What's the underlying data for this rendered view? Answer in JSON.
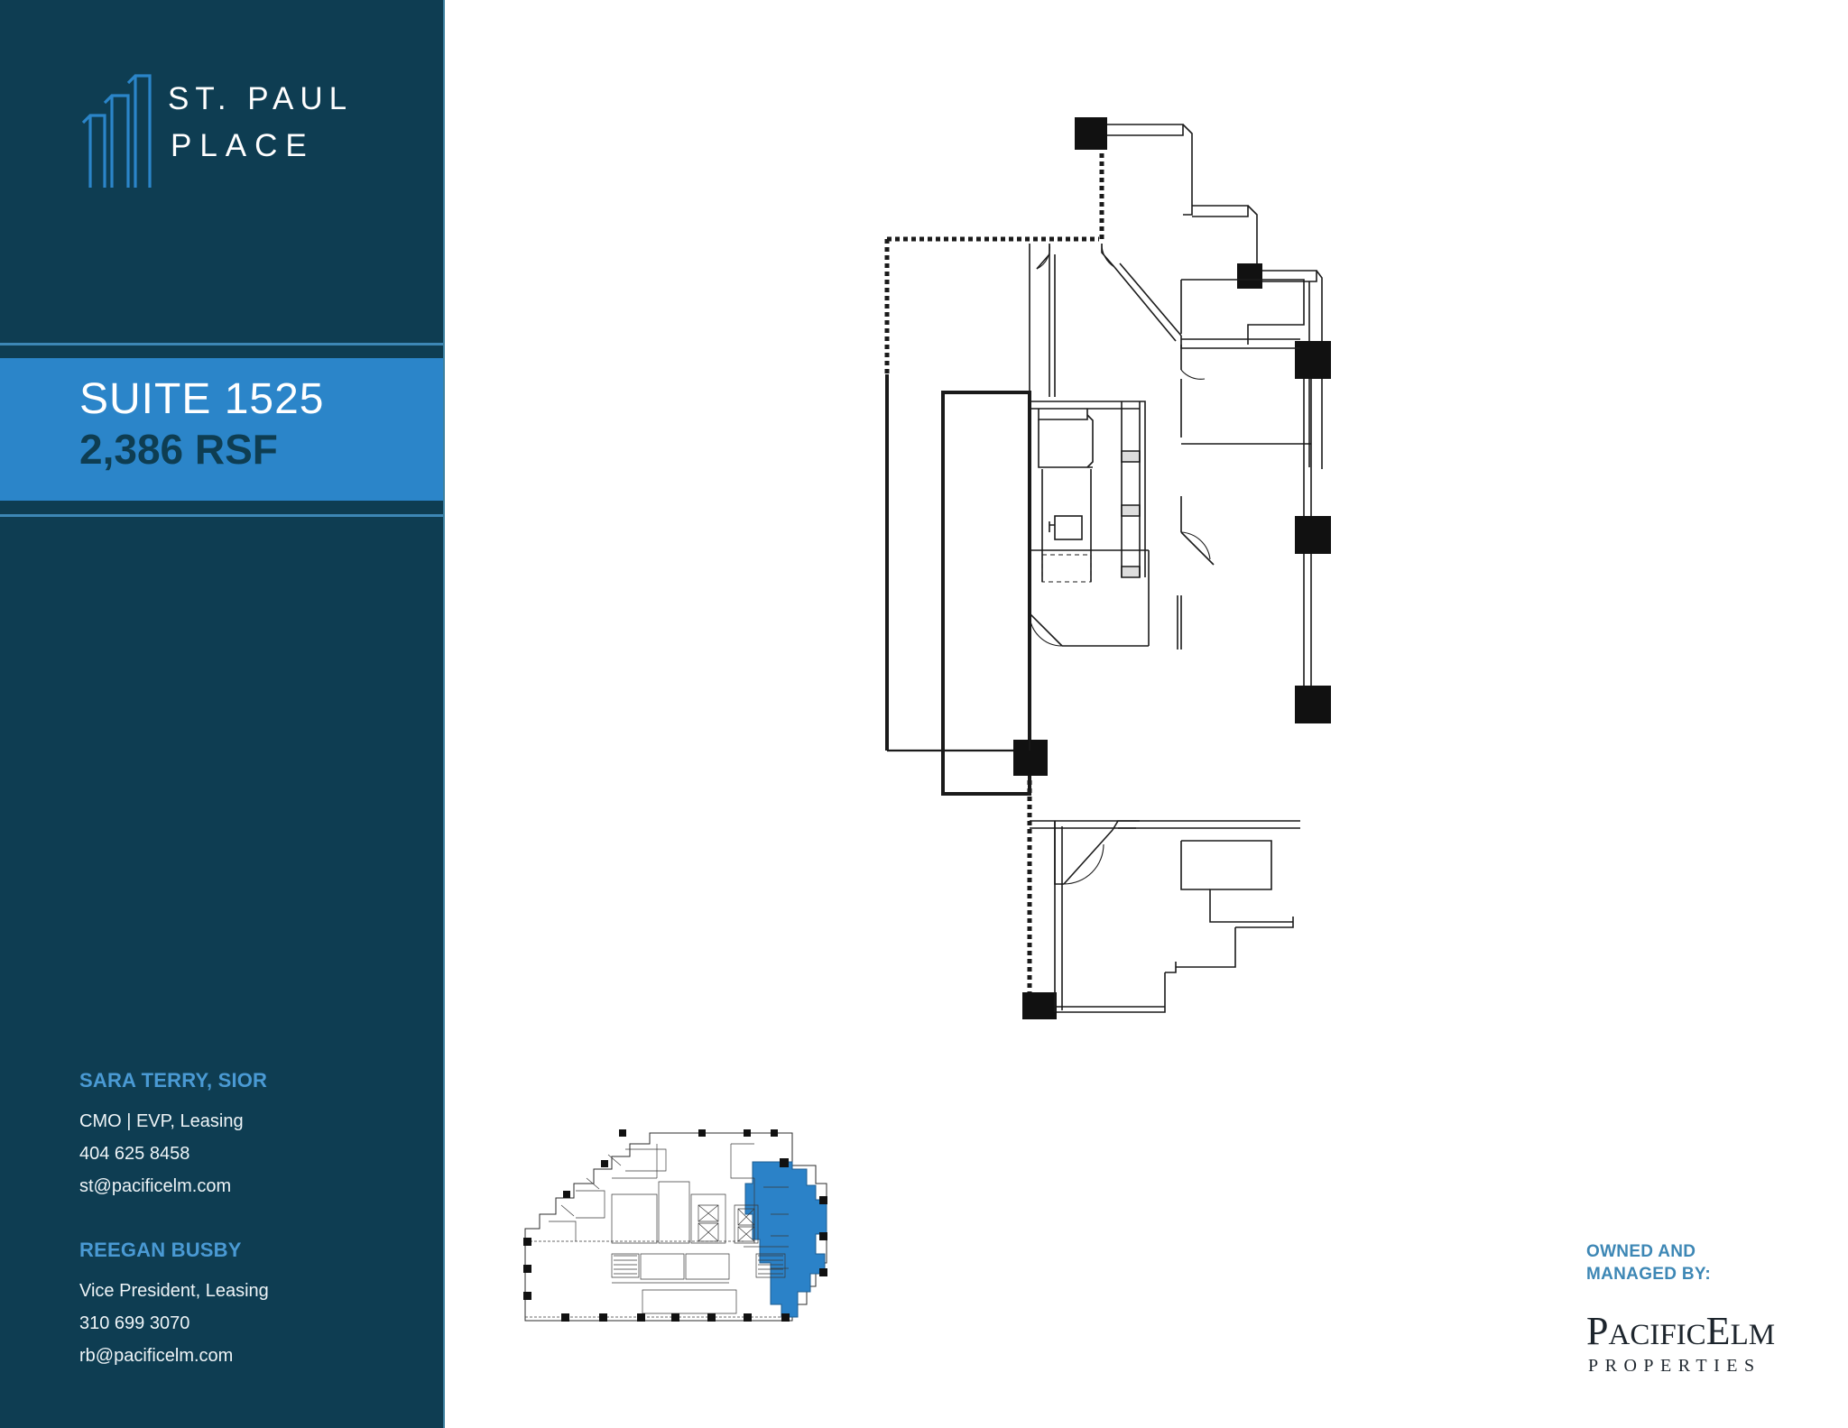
{
  "brand": {
    "logo_icon": "three-buildings-icon",
    "line1": "ST. PAUL",
    "line2": "PLACE",
    "accent_blue": "#2b85c9",
    "navy": "#0e3d52"
  },
  "suite": {
    "number_label": "SUITE 1525",
    "area_label": "2,386 RSF"
  },
  "contacts": [
    {
      "name": "SARA TERRY, SIOR",
      "title": "CMO | EVP, Leasing",
      "phone": "404 625 8458",
      "email": "st@pacificelm.com"
    },
    {
      "name": "REEGAN BUSBY",
      "title": "Vice President, Leasing",
      "phone": "310 699 3070",
      "email": "rb@pacificelm.com"
    }
  ],
  "owner": {
    "line1": "OWNED AND",
    "line2": "MANAGED BY:",
    "logo_word_a": "P",
    "logo_word_b": "ACIFIC",
    "logo_word_c": "E",
    "logo_word_d": "LM",
    "logo_sub": "PROPERTIES"
  },
  "floorplan": {
    "name": "suite-floor-plan",
    "description": "Architectural floor plan of Suite 1525"
  },
  "keyplan": {
    "name": "floor-key-plan",
    "description": "Key plan of full floor with Suite 1525 highlighted",
    "highlight_color": "#2b82c8"
  }
}
